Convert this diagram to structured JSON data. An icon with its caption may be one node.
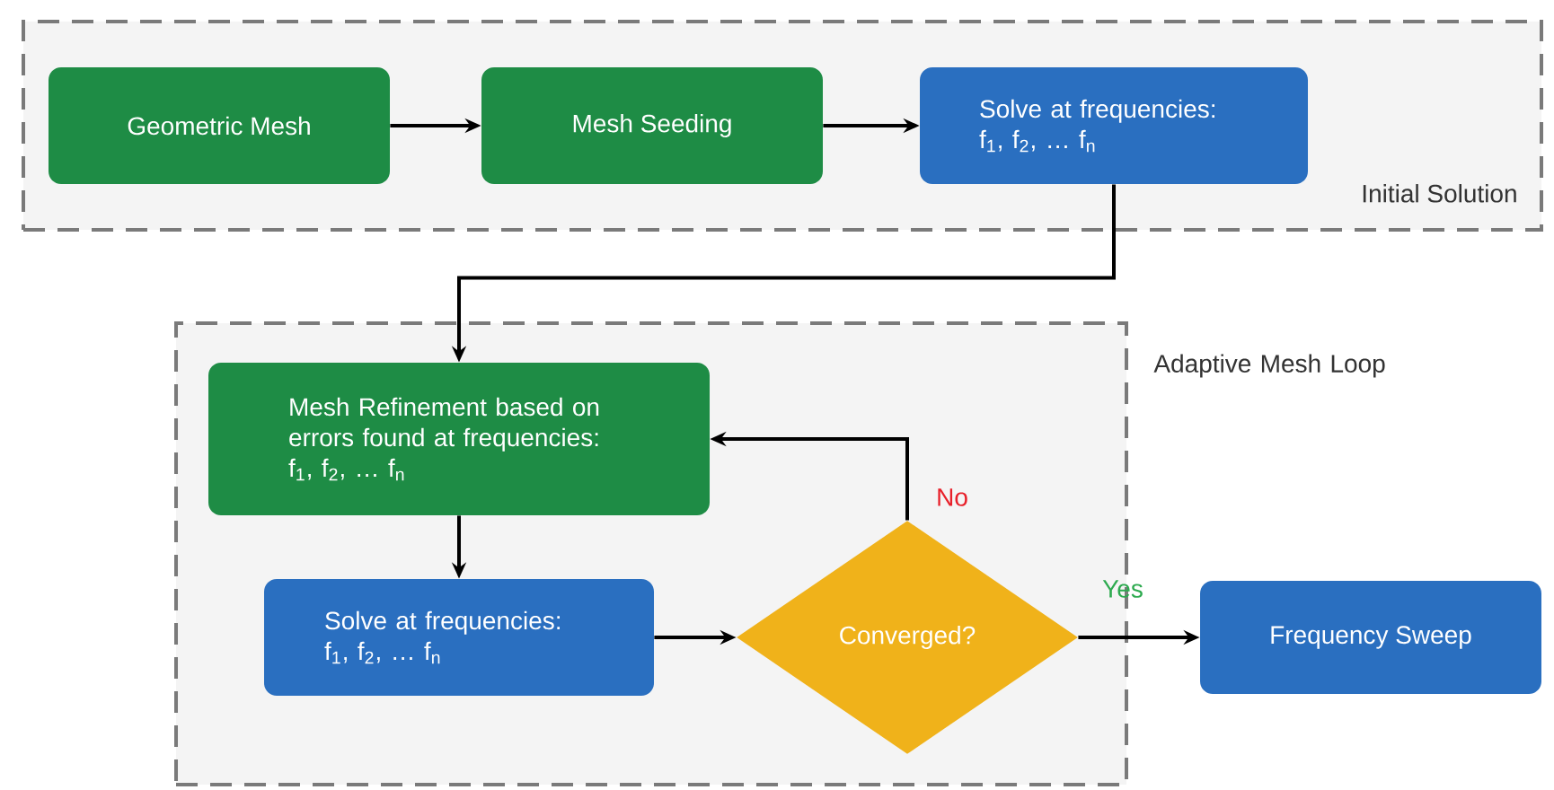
{
  "diagram": {
    "nodes": [
      {
        "text": [
          "Initial Solution"
        ]
      },
      {
        "text": [
          "Geometric Mesh"
        ],
        "in": 0
      },
      {
        "text": [
          "Mesh Seeding"
        ],
        "in": 0
      },
      {
        "text": [
          "Solve at frequencies: f$_{1}$, f$_{2}$, … f$_{n}$"
        ],
        "in": 0
      },
      {
        "text": [
          "Adaptive Mesh Loop"
        ]
      },
      {
        "text": [
          "Mesh Refinement based on errors found at frequencies: f$_{1}$, f$_{2}$, … f$_{n}$"
        ],
        "in": 4
      },
      {
        "text": [
          "Solve at frequencies: f$_{1}$, f$_{2}$, … f$_{n}$"
        ],
        "in": 4
      },
      {
        "text": [
          "Converged?"
        ],
        "in": 4
      },
      {
        "text": [
          "Frequency Sweep"
        ]
      }
    ],
    "edges": [
      {
        "from": 1,
        "to": 2,
        "arrow": "to"
      },
      {
        "from": 2,
        "to": 3,
        "arrow": "to"
      },
      {
        "from": 3,
        "to": 5,
        "arrow": "to"
      },
      {
        "from": 5,
        "to": 6,
        "arrow": "to"
      },
      {
        "from": 6,
        "to": 7,
        "arrow": "to"
      },
      {
        "from": 7,
        "to": 5,
        "label": "No",
        "arrow": "to"
      },
      {
        "from": 7,
        "to": 8,
        "label": "Yes",
        "arrow": "to"
      }
    ]
  }
}
